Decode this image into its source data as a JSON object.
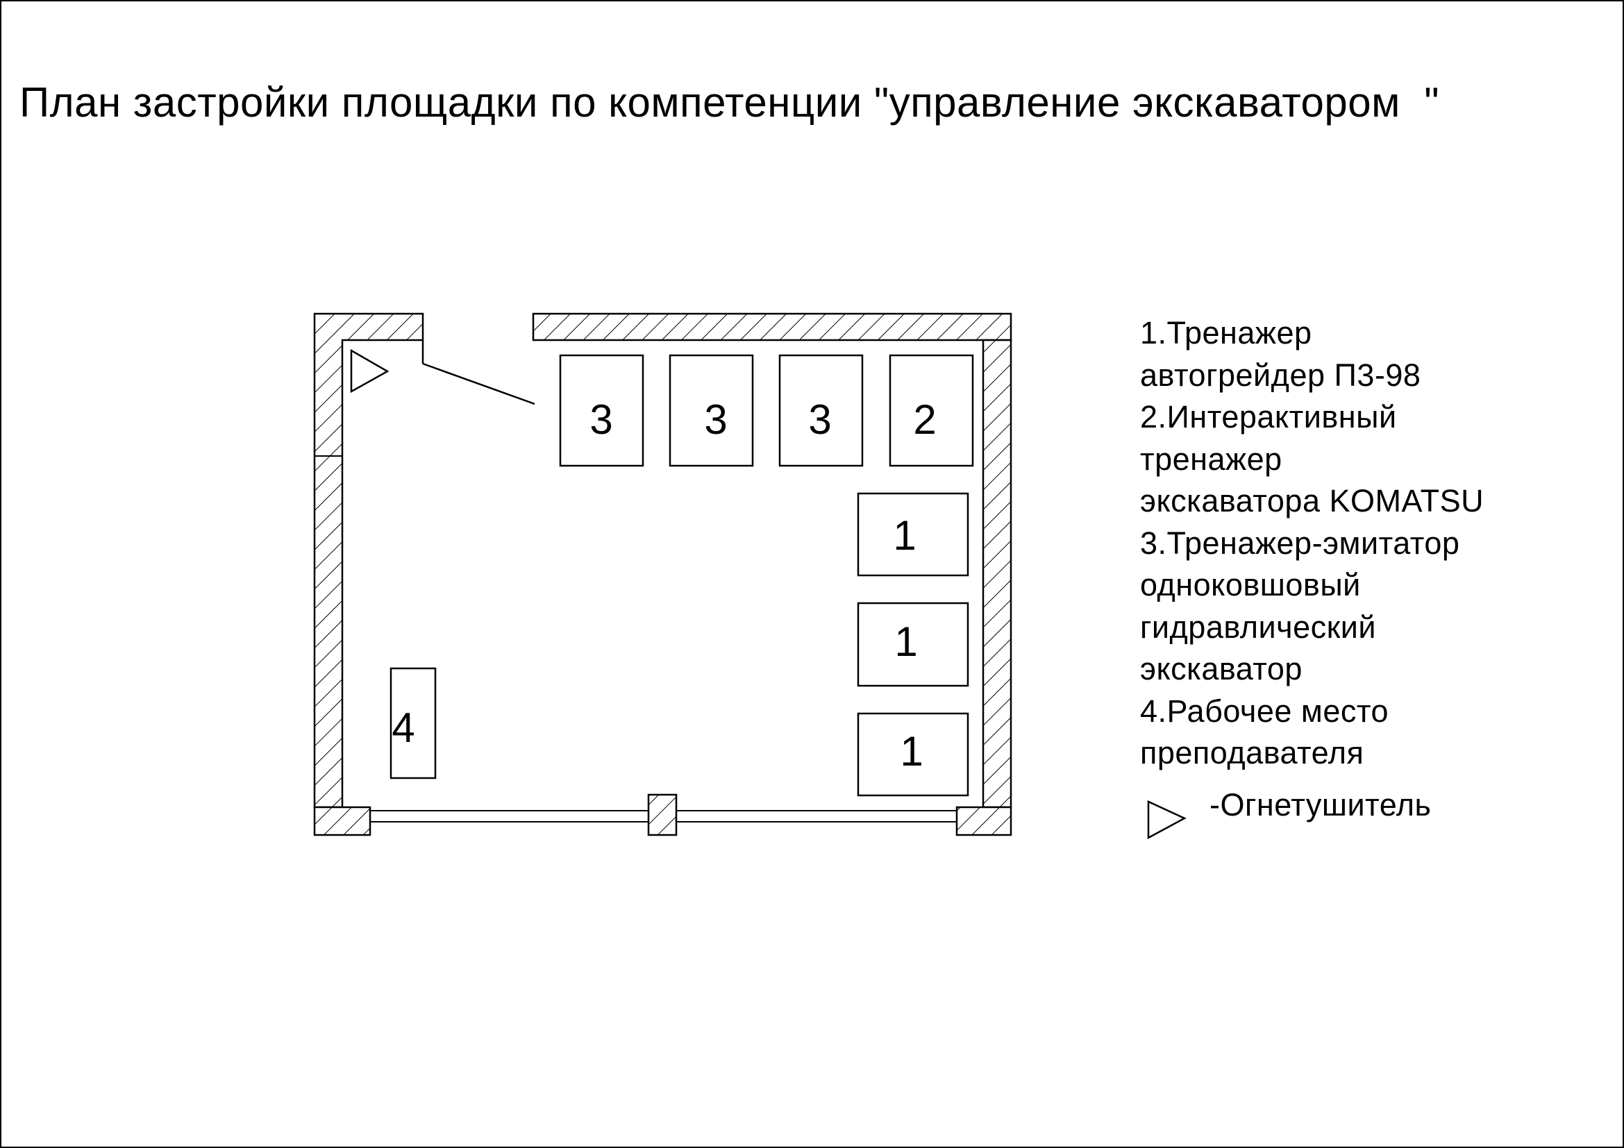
{
  "title": "План застройки площадки по компетенции \"управление экскаватором  \"",
  "plan": {
    "workstations": [
      {
        "label": "3"
      },
      {
        "label": "3"
      },
      {
        "label": "3"
      },
      {
        "label": "2"
      },
      {
        "label": "1"
      },
      {
        "label": "1"
      },
      {
        "label": "1"
      },
      {
        "label": "4"
      }
    ],
    "extinguisher_icon": "triangle-extinguisher-icon"
  },
  "legend": {
    "lines": [
      "1.Тренажер",
      "автогрейдер П3-98",
      "2.Интерактивный",
      "тренажер",
      "экскаватора KOMATSU",
      "3.Тренажер-эмитатор",
      "одноковшовый",
      "гидравлический",
      "экскаватор",
      "4.Рабочее место",
      "преподавателя"
    ],
    "extinguisher_label": "-Огнетушитель"
  }
}
